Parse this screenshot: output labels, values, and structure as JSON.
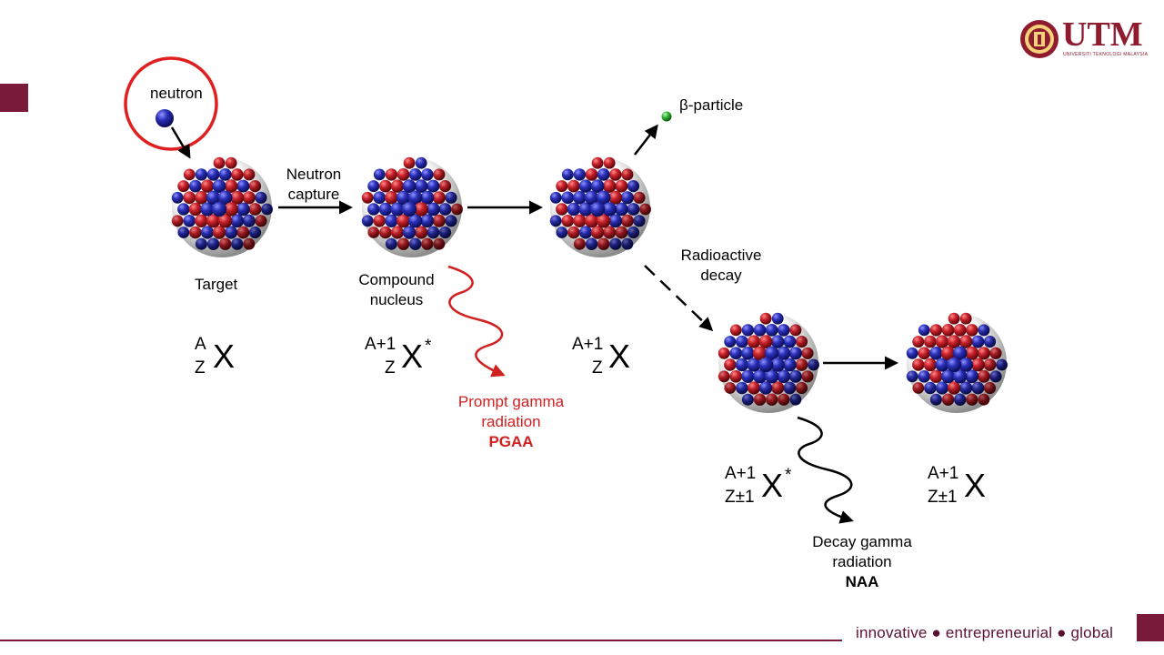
{
  "header": {
    "logo": {
      "wordmark": "UTM",
      "subtitle": "UNIVERSITI TEKNOLOGI MALAYSIA",
      "brand_color": "#8e1b2e"
    }
  },
  "diagram": {
    "neutron_label": "neutron",
    "neutron_capture_label": [
      "Neutron",
      "capture"
    ],
    "target_label": "Target",
    "compound_nucleus_label": [
      "Compound",
      "nucleus"
    ],
    "beta_label": "β-particle",
    "radioactive_decay_label": [
      "Radioactive",
      "decay"
    ],
    "prompt_gamma": {
      "line1": "Prompt gamma",
      "line2": "radiation",
      "acronym": "PGAA",
      "color": "#d22020"
    },
    "decay_gamma": {
      "line1": "Decay gamma",
      "line2": "radiation",
      "acronym": "NAA"
    },
    "notations": [
      {
        "sup": "A",
        "sub": "Z",
        "symbol": "X",
        "star": ""
      },
      {
        "sup": "A+1",
        "sub": "Z",
        "symbol": "X",
        "star": "*"
      },
      {
        "sup": "A+1",
        "sub": "Z",
        "symbol": "X",
        "star": ""
      },
      {
        "sup": "A+1",
        "sub": "Z±1",
        "symbol": "X",
        "star": "*"
      },
      {
        "sup": "A+1",
        "sub": "Z±1",
        "symbol": "X",
        "star": ""
      }
    ],
    "colors": {
      "proton": "#b3202a",
      "neutron": "#2a2fa8",
      "beta": "#2fae2f",
      "highlight_ring": "#e02020"
    }
  },
  "footer": {
    "tagline": "innovative ● entrepreneurial ● global",
    "accent": "#7a1a3a"
  }
}
